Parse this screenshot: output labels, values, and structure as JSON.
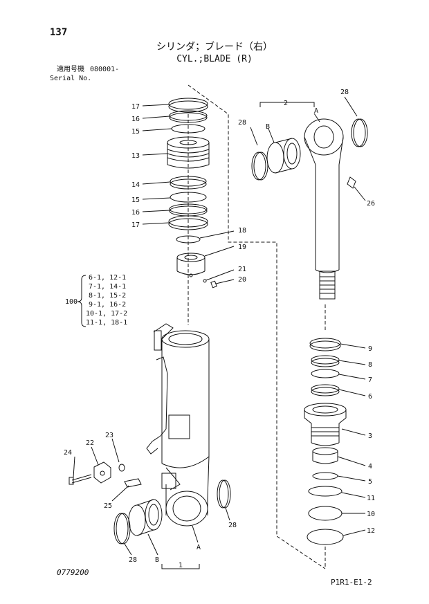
{
  "page_number": "137",
  "title_jp": "シリンダ；ブレード（右）",
  "title_en": "CYL.;BLADE (R)",
  "serial_label_jp": "適用号機",
  "serial_value": "080001-",
  "serial_label_en": "Serial No.",
  "drawing_number": "0779200",
  "page_code": "P1R1-E1-2",
  "kit": {
    "number": "100",
    "items": [
      "6-1, 12-1",
      "7-1, 14-1",
      "8-1, 15-2",
      "9-1, 16-2",
      "10-1, 17-2",
      "11-1, 18-1"
    ]
  },
  "callouts": {
    "c1": "1",
    "c2": "2",
    "c3": "3",
    "c4": "4",
    "c5": "5",
    "c6": "6",
    "c7": "7",
    "c8": "8",
    "c9": "9",
    "c10": "10",
    "c11": "11",
    "c12": "12",
    "c13": "13",
    "c14": "14",
    "c15a": "15",
    "c15b": "15",
    "c16a": "16",
    "c16b": "16",
    "c17a": "17",
    "c17b": "17",
    "c18": "18",
    "c19": "19",
    "c20": "20",
    "c21": "21",
    "c22": "22",
    "c23": "23",
    "c24": "24",
    "c25": "25",
    "c26": "26",
    "c28a": "28",
    "c28b": "28",
    "c28c": "28",
    "c28d": "28",
    "A1": "A",
    "A2": "A",
    "B1": "B",
    "B2": "B"
  }
}
